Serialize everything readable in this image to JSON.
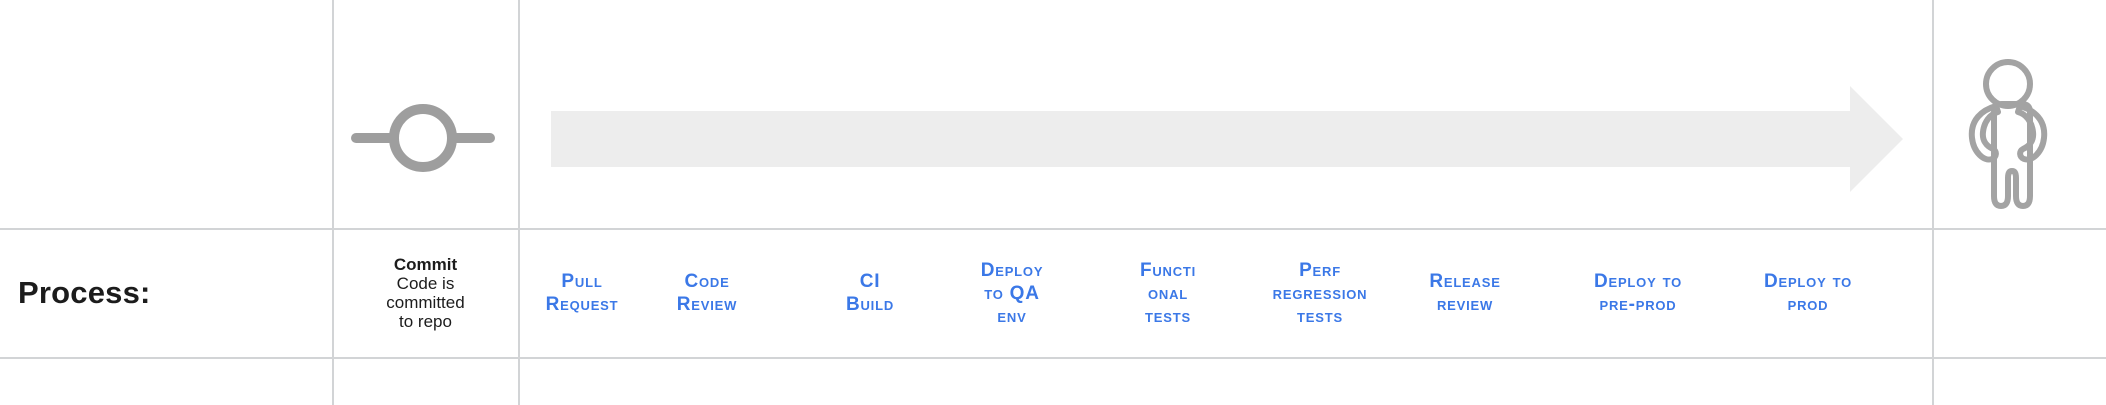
{
  "title": "Deployment process flow diagram",
  "colors": {
    "step-text": "#3b78e7",
    "icon-stroke": "#9e9e9e",
    "person-stroke": "#a3a3a3",
    "arrow-fill": "#ededed",
    "grid-line": "#d2d4d6",
    "text": "#1c1c1c"
  },
  "row_label": "Process:",
  "commit": {
    "title": "Commit",
    "description": "Code is\ncommitted\nto repo"
  },
  "steps": [
    {
      "label": "Pull\nRequest"
    },
    {
      "label": "Code\nReview"
    },
    {
      "label": "CI\nBuild"
    },
    {
      "label": "Deploy\nto QA\nenv"
    },
    {
      "label": "Functi\nonal\ntests"
    },
    {
      "label": "Perf\nregression\ntests"
    },
    {
      "label": "Release\nreview"
    },
    {
      "label": "Deploy to\npre-prod"
    },
    {
      "label": "Deploy to\nprod"
    }
  ],
  "icons": {
    "commit": "git-commit-node-icon",
    "arrow": "right-flow-arrow",
    "person": "standing-person-icon"
  }
}
